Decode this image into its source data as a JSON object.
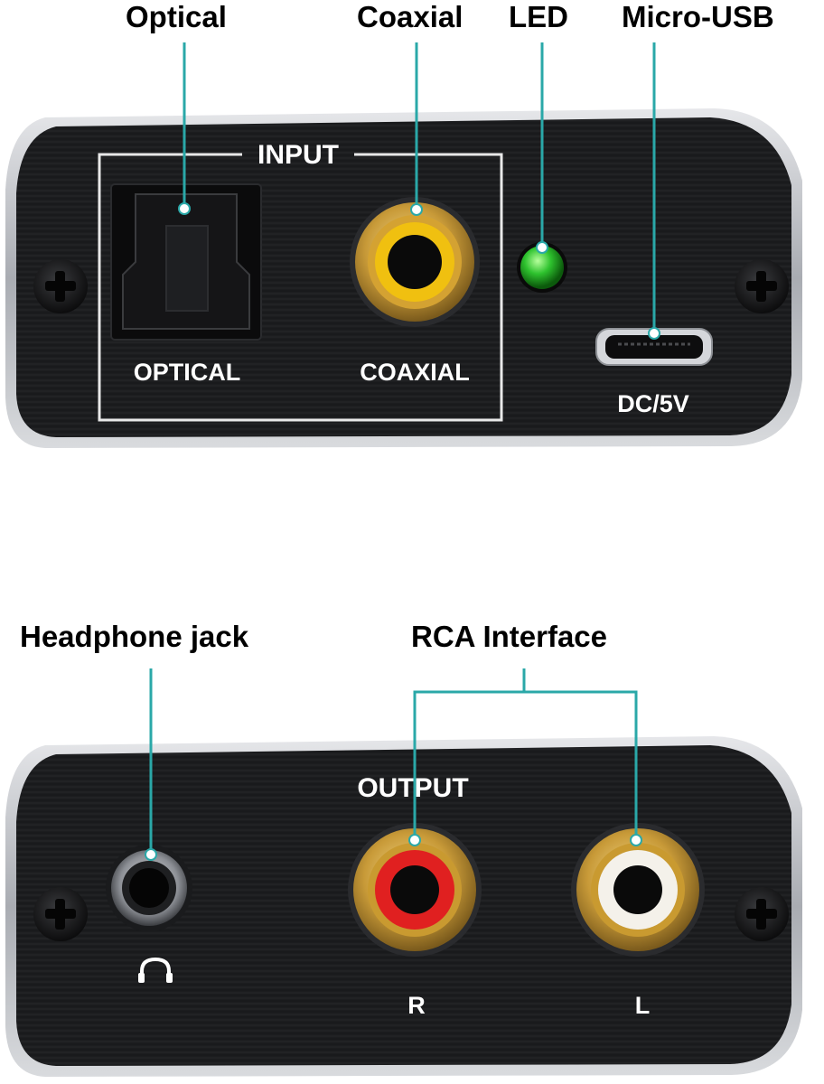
{
  "callouts": {
    "optical": "Optical",
    "coaxial": "Coaxial",
    "led": "LED",
    "micro_usb": "Micro-USB",
    "headphone": "Headphone jack",
    "rca": "RCA Interface"
  },
  "front_panel": {
    "input_label": "INPUT",
    "optical_label": "OPTICAL",
    "coaxial_label": "COAXIAL",
    "power_label": "DC/5V"
  },
  "back_panel": {
    "output_label": "OUTPUT",
    "right_label": "R",
    "left_label": "L"
  },
  "colors": {
    "leader_line": "#2aa8a8",
    "panel": "#1b1c1e",
    "bezel": "#c9cbcf",
    "gold": "#c8a040",
    "coax_insert": "#f0c010",
    "rca_right_insert": "#e02020",
    "rca_left_insert": "#f4f1ea",
    "led_green": "#2ec22e"
  },
  "icons": [
    "screw-icon",
    "headphone-icon"
  ]
}
